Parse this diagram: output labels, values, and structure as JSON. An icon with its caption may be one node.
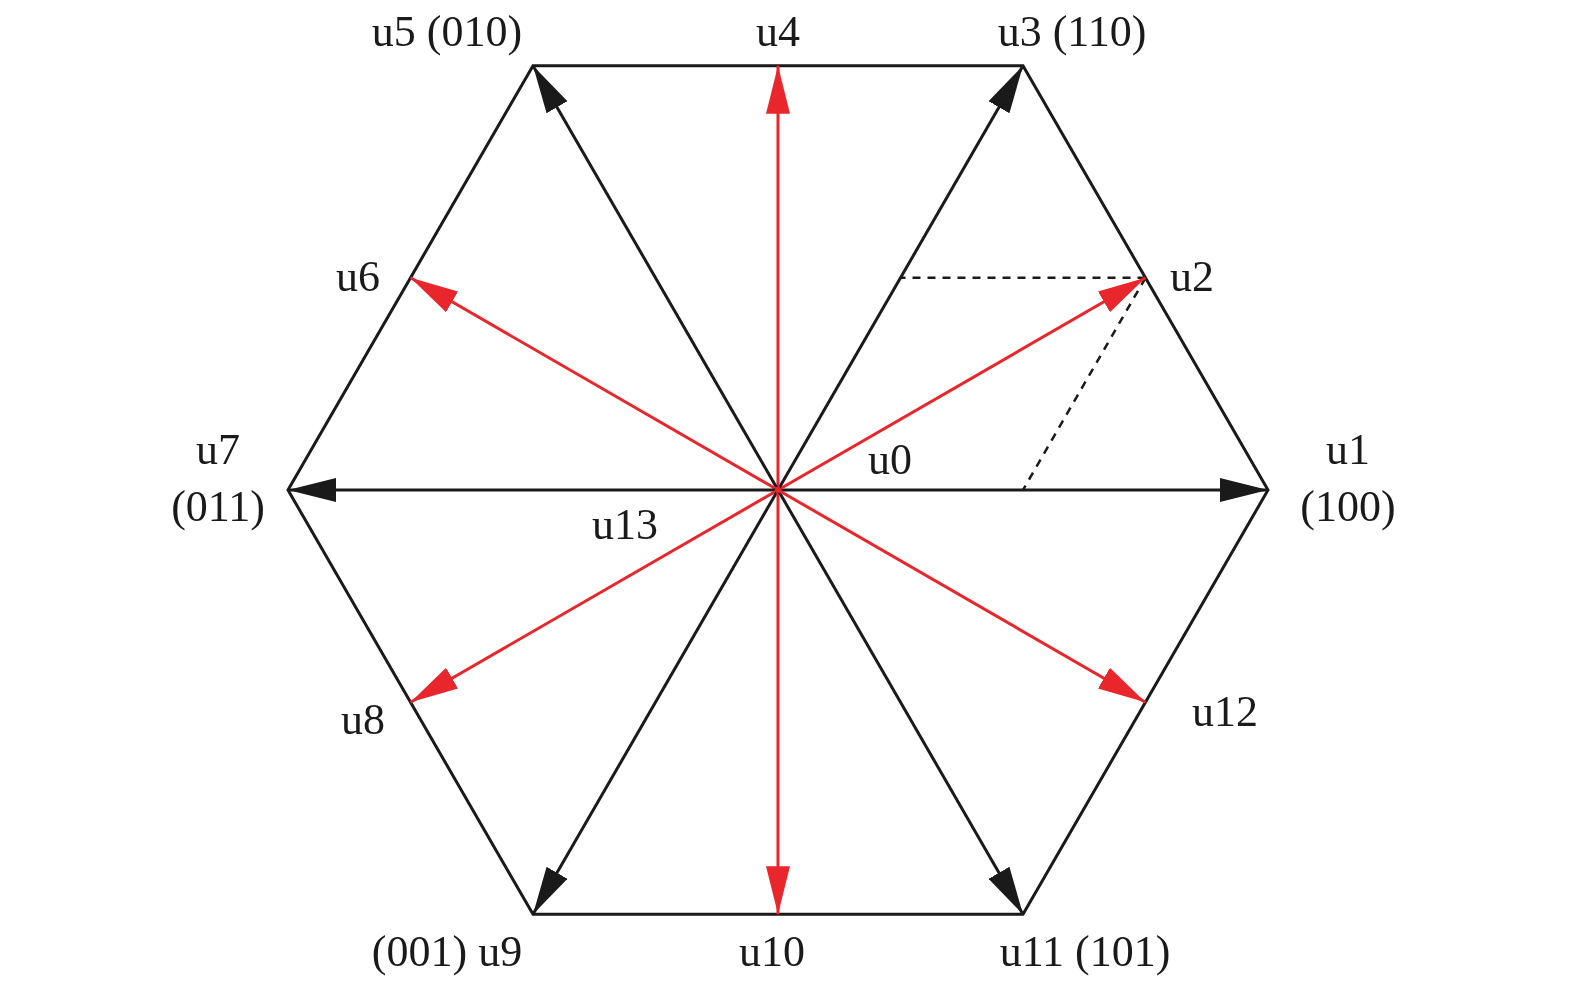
{
  "diagram": {
    "nodes": [
      {
        "text": [],
        "shape": "circle",
        "beside": [
          "u0",
          "u13"
        ]
      },
      {
        "text": [
          "u1 (100)"
        ]
      },
      {
        "text": [
          "u2"
        ]
      },
      {
        "text": [
          "u3 (110)"
        ]
      },
      {
        "text": [
          "u4"
        ]
      },
      {
        "text": [
          "u5 (010)"
        ]
      },
      {
        "text": [
          "u6"
        ]
      },
      {
        "text": [
          "u7 (011)"
        ]
      },
      {
        "text": [
          "u8"
        ]
      },
      {
        "text": [
          "(001) u9"
        ]
      },
      {
        "text": [
          "u10"
        ]
      },
      {
        "text": [
          "u11 (101)"
        ]
      },
      {
        "text": [
          "u12"
        ]
      }
    ],
    "edges": [
      {
        "from": 0,
        "to": 1,
        "arrow": "to"
      },
      {
        "from": 0,
        "to": 2,
        "arrow": "to",
        "color": "#e8262b"
      },
      {
        "from": 0,
        "to": 3,
        "arrow": "to"
      },
      {
        "from": 0,
        "to": 4,
        "arrow": "to",
        "color": "#e8262b"
      },
      {
        "from": 0,
        "to": 5,
        "arrow": "to"
      },
      {
        "from": 0,
        "to": 6,
        "arrow": "to",
        "color": "#e8262b"
      },
      {
        "from": 0,
        "to": 7,
        "arrow": "to"
      },
      {
        "from": 0,
        "to": 8,
        "arrow": "to",
        "color": "#e8262b"
      },
      {
        "from": 0,
        "to": 9,
        "arrow": "to"
      },
      {
        "from": 0,
        "to": 10,
        "arrow": "to",
        "color": "#e8262b"
      },
      {
        "from": 0,
        "to": 11,
        "arrow": "to"
      },
      {
        "from": 0,
        "to": 12,
        "arrow": "to",
        "color": "#e8262b"
      }
    ]
  }
}
